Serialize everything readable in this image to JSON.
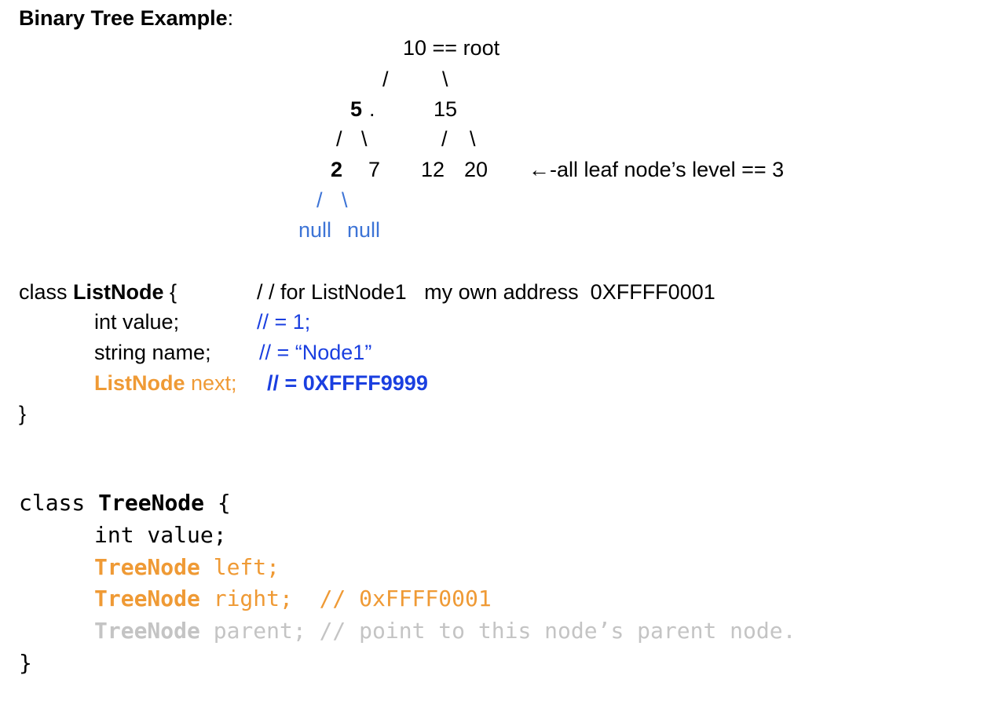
{
  "heading": {
    "title": "Binary Tree Example",
    "colon": ":"
  },
  "tree": {
    "root_label": "10 == root",
    "root_left_edge": "/",
    "root_right_edge": "\\",
    "node_5": "5",
    "node_5_dot": ".",
    "node_15": "15",
    "n5_left_edge": "/",
    "n5_right_edge": "\\",
    "n15_left_edge": "/",
    "n15_right_edge": "\\",
    "leaf_2": "2",
    "leaf_7": "7",
    "leaf_12": "12",
    "leaf_20": "20",
    "leaf_note": "←-all leaf node’s level == 3",
    "null_left_edge": "/",
    "null_right_edge": "\\",
    "null_left": "null",
    "null_right": "null"
  },
  "listnode": {
    "class_kw": "class ",
    "class_name": "ListNode",
    "open_brace": " {",
    "header_comment": "/ / for ListNode1   my own address  0XFFFF0001",
    "field_value": "int value;",
    "field_value_comment": "// = 1;",
    "field_name": "string name;",
    "field_name_comment": "// = “Node1”",
    "field_next_type": "ListNode",
    "field_next_rest": " next;",
    "field_next_comment": "// = 0XFFFF9999",
    "close_brace": "}"
  },
  "treenode": {
    "class_kw": "class ",
    "class_name": "TreeNode",
    "open_brace": " {",
    "field_value": "int value;",
    "left_type": "TreeNode",
    "left_rest": " left;",
    "right_type": "TreeNode",
    "right_rest": " right;  // 0xFFFF0001",
    "parent_type": "TreeNode",
    "parent_rest": " parent; // point to this node’s parent node.",
    "close_brace": "}"
  },
  "colors": {
    "null_blue": "#3d74d6",
    "comment_blue": "#1a3fe0",
    "orange": "#ef9a35",
    "grey": "#c4c4c4"
  }
}
